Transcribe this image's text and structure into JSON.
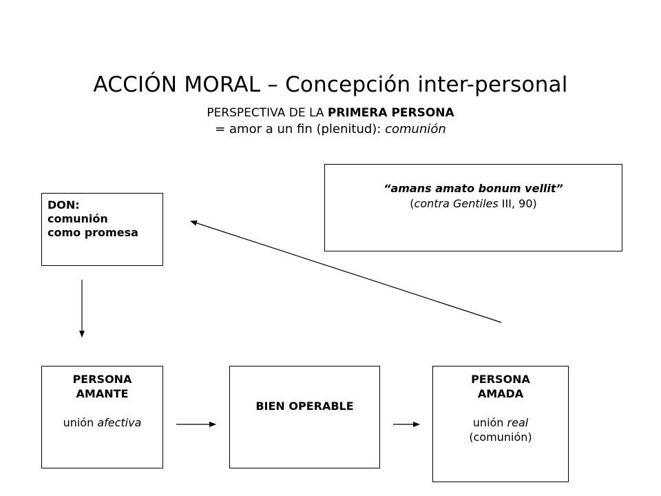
{
  "title": "ACCIÓN MORAL – Concepción inter-personal",
  "subtitle": {
    "line1_prefix": "PERSPECTIVA DE LA ",
    "line1_bold": "PRIMERA PERSONA",
    "line2_prefix": "= amor a un fin (plenitud): ",
    "line2_italic": "comunión"
  },
  "quote_box": {
    "quote": "“amans amato bonum vellit”",
    "source_open": "(",
    "source_italic": "contra Gentiles",
    "source_rest": " III, 90)"
  },
  "don_box": {
    "line1": "DON:",
    "line2": "comunión",
    "line3": "como promesa"
  },
  "amante_box": {
    "line1": "PERSONA",
    "line2": "AMANTE",
    "line3_prefix": "unión ",
    "line3_italic": "afectiva"
  },
  "bien_box": {
    "label": "BIEN OPERABLE"
  },
  "amada_box": {
    "line1": "PERSONA",
    "line2": "AMADA",
    "line3_prefix": "unión ",
    "line3_italic": "real",
    "line4": "(comunión)"
  }
}
